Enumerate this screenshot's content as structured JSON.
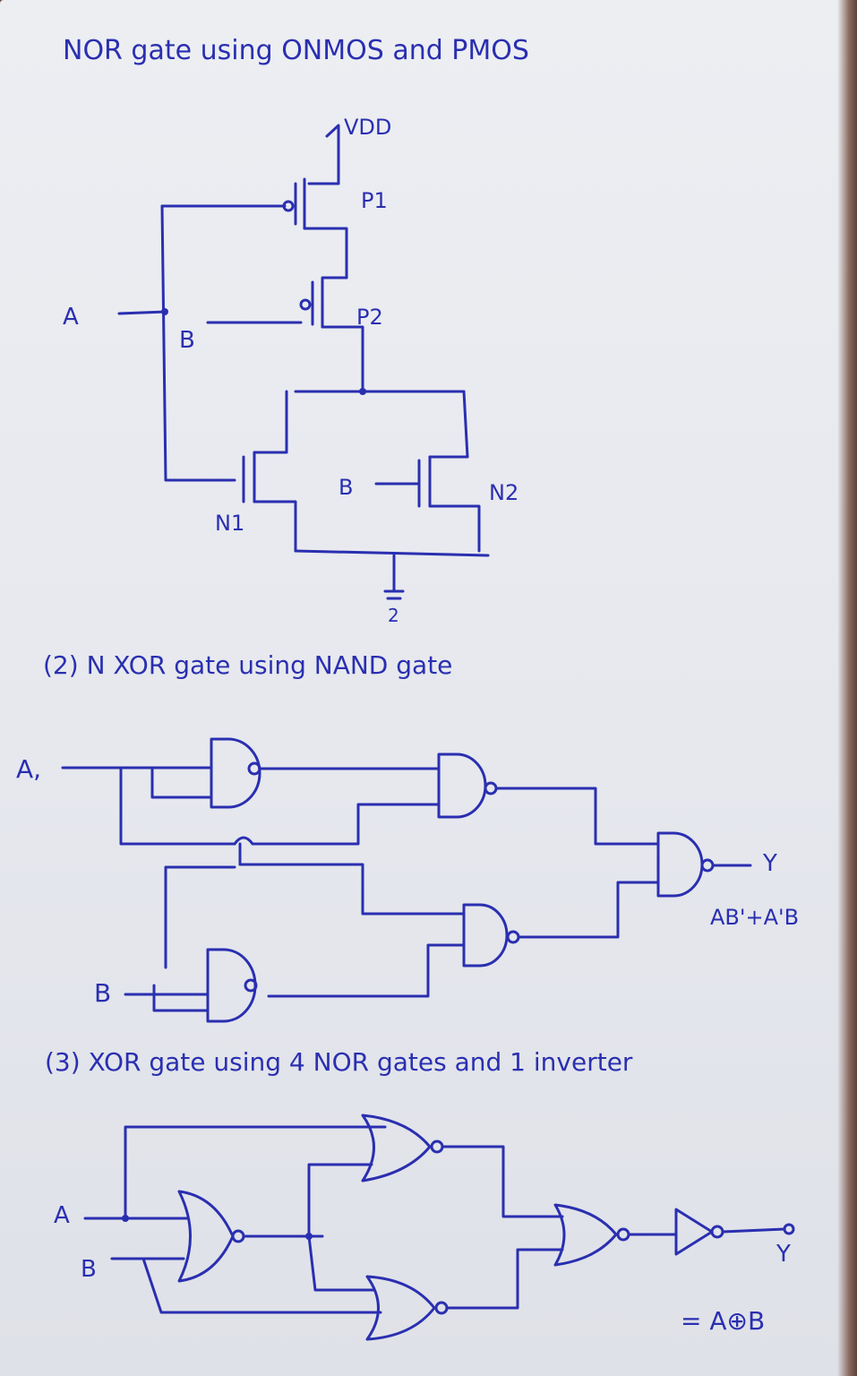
{
  "colors": {
    "ink": "#2a2fb0",
    "paper": "#e8eaef",
    "background": "#6b4f45"
  },
  "section1": {
    "title": "NOR gate using ONMOS and PMOS",
    "vdd": "VDD",
    "input_a": "A",
    "input_b": "B",
    "input_b2": "B",
    "transistors": [
      "P1",
      "P2",
      "N1",
      "N2"
    ],
    "ground_digit": "2"
  },
  "section2": {
    "title": "(2) N XOR gate using NAND gate",
    "input_a": "A,",
    "input_b": "B",
    "output": "Y",
    "expression": "AB'+A'B"
  },
  "section3": {
    "title": "(3) XOR gate using 4 NOR gates and 1 inverter",
    "input_a": "A",
    "input_b": "B",
    "output": "Y",
    "expression": "= A⊕B"
  }
}
